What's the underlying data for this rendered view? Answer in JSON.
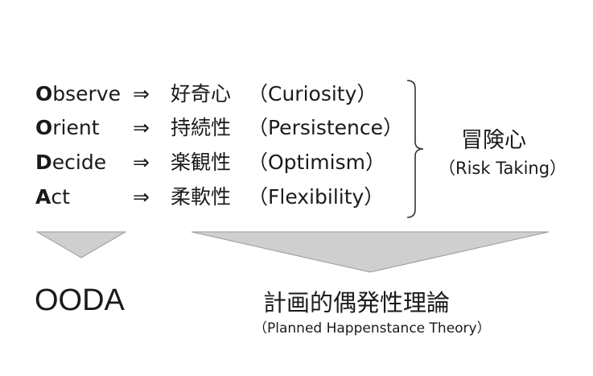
{
  "rows": [
    {
      "bold": "O",
      "rest": "bserve",
      "arrow": "⇒",
      "trait": "好奇心",
      "english": "（Curiosity）"
    },
    {
      "bold": "O",
      "rest": "rient",
      "arrow": "⇒",
      "trait": "持続性",
      "english": "（Persistence）"
    },
    {
      "bold": "D",
      "rest": "ecide",
      "arrow": "⇒",
      "trait": "楽観性",
      "english": "（Optimism）"
    },
    {
      "bold": "A",
      "rest": "ct",
      "arrow": "⇒",
      "trait": "柔軟性",
      "english": "（Flexibility）"
    }
  ],
  "risk": {
    "jp": "冒険心",
    "en": "（Risk Taking）"
  },
  "ooda": "OODA",
  "pht": {
    "jp": "計画的偶発性理論",
    "en": "（Planned Happenstance Theory）"
  },
  "colors": {
    "text": "#1a1a1a",
    "triangle": "#cfcfcf",
    "triangle_edge": "#9a9a9a"
  }
}
